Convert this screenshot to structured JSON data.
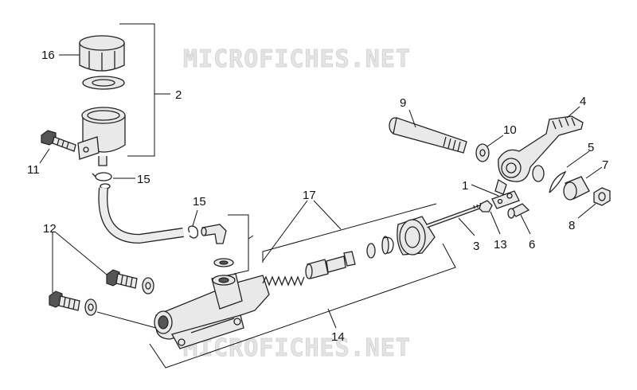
{
  "watermark": "MICROFICHES.NET",
  "callouts": {
    "c1": "1",
    "c2": "2",
    "c3": "3",
    "c4": "4",
    "c5": "5",
    "c6": "6",
    "c7": "7",
    "c8": "8",
    "c9": "9",
    "c10": "10",
    "c11": "11",
    "c12": "12",
    "c13": "13",
    "c14": "14",
    "c15a": "15",
    "c15b": "15",
    "c16": "16",
    "c17": "17"
  }
}
